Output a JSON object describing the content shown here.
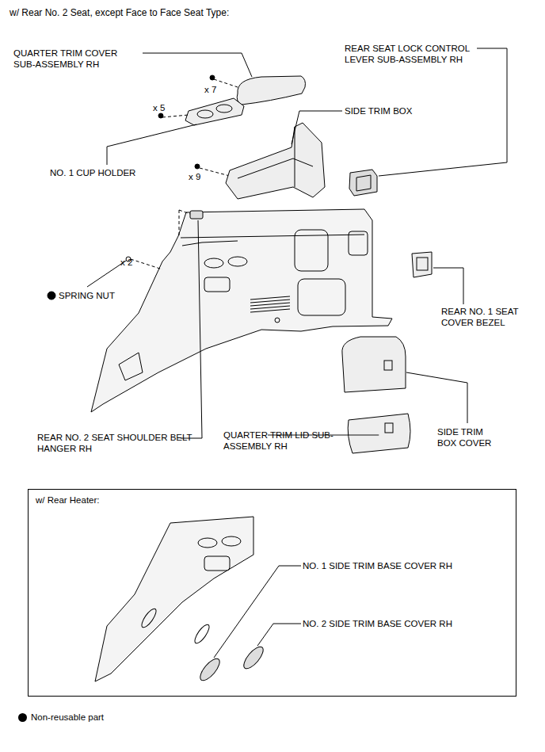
{
  "diagram": {
    "title": "w/ Rear No. 2 Seat, except Face to Face Seat Type:",
    "nodes": [
      {
        "text": [
          "w/ Rear Heater:"
        ]
      }
    ],
    "labels": [
      "QUARTER TRIM COVER SUB-ASSEMBLY RH",
      "x 7",
      "x 5",
      "REAR SEAT LOCK CONTROL LEVER SUB-ASSEMBLY RH",
      "SIDE TRIM BOX",
      "NO. 1 CUP HOLDER",
      "x 9",
      "x 2",
      "SPRING NUT",
      "REAR NO. 1 SEAT COVER BEZEL",
      "REAR NO. 2 SEAT SHOULDER BELT HANGER RH",
      "QUARTER TRIM LID SUB-ASSEMBLY RH",
      "SIDE TRIM BOX COVER",
      "NO. 1 SIDE TRIM BASE COVER RH",
      "NO. 2 SIDE TRIM BASE COVER RH"
    ],
    "legend": [
      {
        "text": "Non-reusable part",
        "color": "#000000"
      }
    ]
  }
}
